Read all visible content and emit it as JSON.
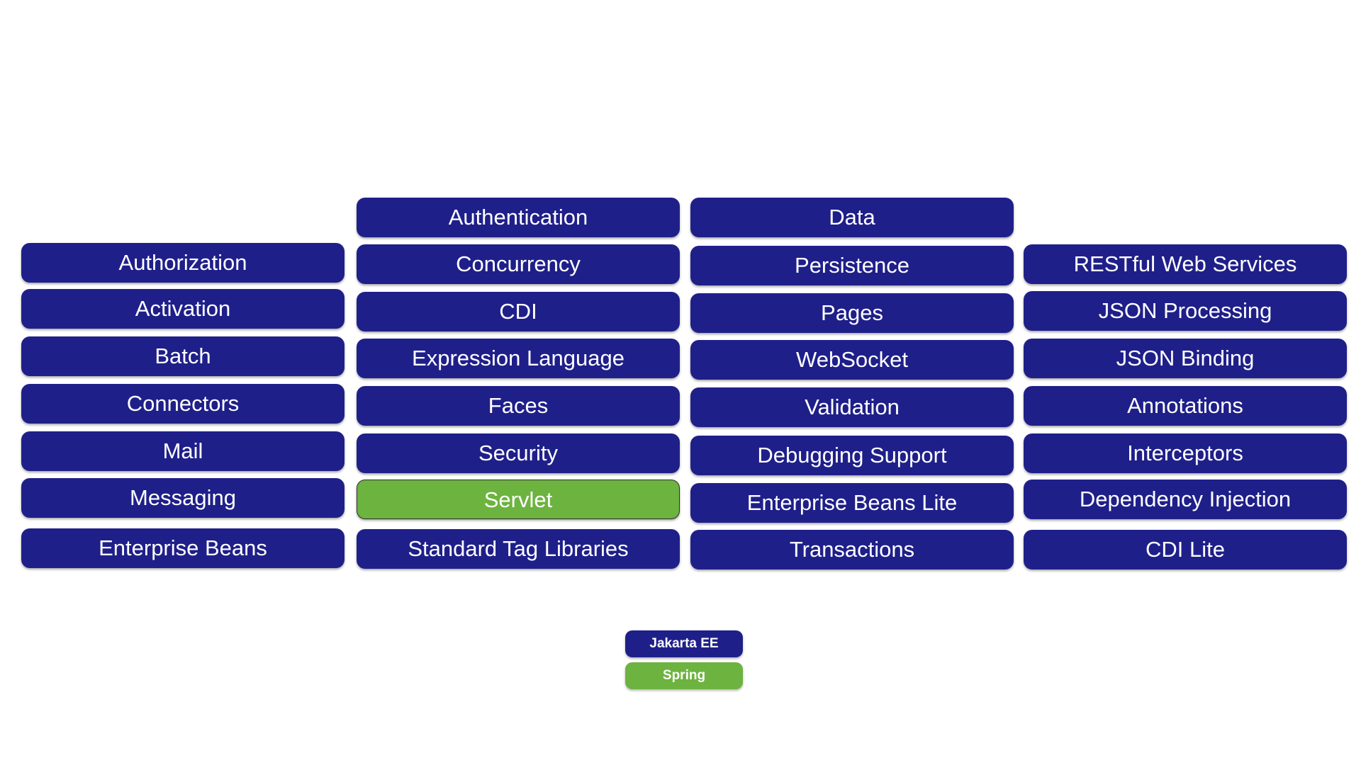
{
  "colors": {
    "jakarta_ee": "#1f1f8a",
    "spring": "#6db33f",
    "text": "#ffffff",
    "background": "#ffffff"
  },
  "columns": [
    {
      "items": [
        {
          "label": "Authorization",
          "kind": "jakarta"
        },
        {
          "label": "Activation",
          "kind": "jakarta"
        },
        {
          "label": "Batch",
          "kind": "jakarta"
        },
        {
          "label": "Connectors",
          "kind": "jakarta"
        },
        {
          "label": "Mail",
          "kind": "jakarta"
        },
        {
          "label": "Messaging",
          "kind": "jakarta"
        },
        {
          "label": "Enterprise Beans",
          "kind": "jakarta"
        }
      ]
    },
    {
      "items": [
        {
          "label": "Authentication",
          "kind": "jakarta"
        },
        {
          "label": "Concurrency",
          "kind": "jakarta"
        },
        {
          "label": "CDI",
          "kind": "jakarta"
        },
        {
          "label": "Expression Language",
          "kind": "jakarta"
        },
        {
          "label": "Faces",
          "kind": "jakarta"
        },
        {
          "label": "Security",
          "kind": "jakarta"
        },
        {
          "label": "Servlet",
          "kind": "spring"
        },
        {
          "label": "Standard Tag Libraries",
          "kind": "jakarta"
        }
      ]
    },
    {
      "items": [
        {
          "label": "Data",
          "kind": "jakarta"
        },
        {
          "label": "Persistence",
          "kind": "jakarta"
        },
        {
          "label": "Pages",
          "kind": "jakarta"
        },
        {
          "label": "WebSocket",
          "kind": "jakarta"
        },
        {
          "label": "Validation",
          "kind": "jakarta"
        },
        {
          "label": "Debugging Support",
          "kind": "jakarta"
        },
        {
          "label": "Enterprise Beans Lite",
          "kind": "jakarta"
        },
        {
          "label": "Transactions",
          "kind": "jakarta"
        }
      ]
    },
    {
      "items": [
        {
          "label": "RESTful Web Services",
          "kind": "jakarta"
        },
        {
          "label": "JSON Processing",
          "kind": "jakarta"
        },
        {
          "label": "JSON Binding",
          "kind": "jakarta"
        },
        {
          "label": "Annotations",
          "kind": "jakarta"
        },
        {
          "label": "Interceptors",
          "kind": "jakarta"
        },
        {
          "label": "Dependency Injection",
          "kind": "jakarta"
        },
        {
          "label": "CDI Lite",
          "kind": "jakarta"
        }
      ]
    }
  ],
  "legend": [
    {
      "label": "Jakarta EE",
      "kind": "jakarta"
    },
    {
      "label": "Spring",
      "kind": "spring"
    }
  ]
}
